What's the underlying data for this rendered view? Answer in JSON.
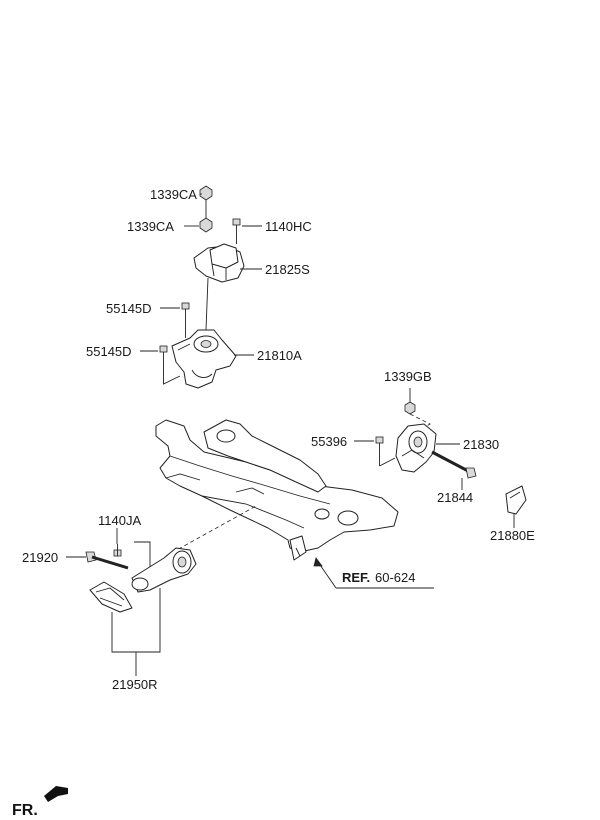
{
  "labels": {
    "l1339ca_top": "1339CA",
    "l1339ca_mid": "1339CA",
    "l1140hc": "1140HC",
    "l21825s": "21825S",
    "l55145d_top": "55145D",
    "l55145d_bot": "55145D",
    "l21810a": "21810A",
    "l1339gb": "1339GB",
    "l55396": "55396",
    "l21830": "21830",
    "l21844": "21844",
    "l21880e": "21880E",
    "l1140ja": "1140JA",
    "l21920": "21920",
    "l21950r": "21950R",
    "ref_prefix": "REF.",
    "ref_number": "60-624",
    "front_marker": "FR."
  }
}
